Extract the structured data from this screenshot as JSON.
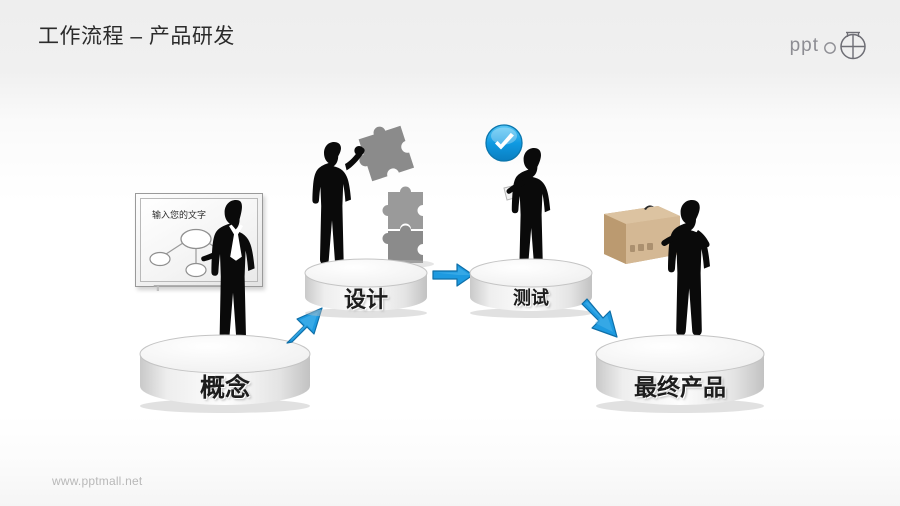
{
  "slide": {
    "title": "工作流程 – 产品研发",
    "footer_url": "www.pptmall.net",
    "background_top": "#eeeeee",
    "background_bottom": "#f5f5f5"
  },
  "logo": {
    "text": "ppt",
    "mark_name": "pptmall-target-mark",
    "color": "#8d8d93"
  },
  "theme": {
    "arrow_color": "#1d9ae0",
    "arrow_color_dark": "#1277b5",
    "badge_color": "#14a3e8",
    "podium_top": "#fbfbfb",
    "podium_side": "#d2d2d2",
    "silhouette": "#0a0a0a",
    "puzzle_gray": "#8b8b8b",
    "box_tan": "#ceb08a"
  },
  "whiteboard": {
    "text": "输入您的文字",
    "diagram_name": "mind-map-diagram",
    "node_count": 4
  },
  "stages": [
    {
      "id": "concept",
      "label": "概念",
      "label_size": 25,
      "figure": "businessman-presenting-silhouette",
      "prop": "whiteboard-with-mindmap"
    },
    {
      "id": "design",
      "label": "设计",
      "label_size": 22,
      "figure": "businessman-assembling-puzzle-silhouette",
      "prop": "puzzle-pieces"
    },
    {
      "id": "test",
      "label": "测试",
      "label_size": 18,
      "figure": "businessman-with-clipboard-silhouette",
      "prop": "blue-check-badge"
    },
    {
      "id": "final-product",
      "label": "最终产品",
      "label_size": 23,
      "figure": "businessman-holding-box-silhouette",
      "prop": "cardboard-box"
    }
  ],
  "arrows": [
    {
      "id": "concept-to-design",
      "direction": "up-right"
    },
    {
      "id": "design-to-test",
      "direction": "right"
    },
    {
      "id": "test-to-final",
      "direction": "down-right"
    }
  ]
}
